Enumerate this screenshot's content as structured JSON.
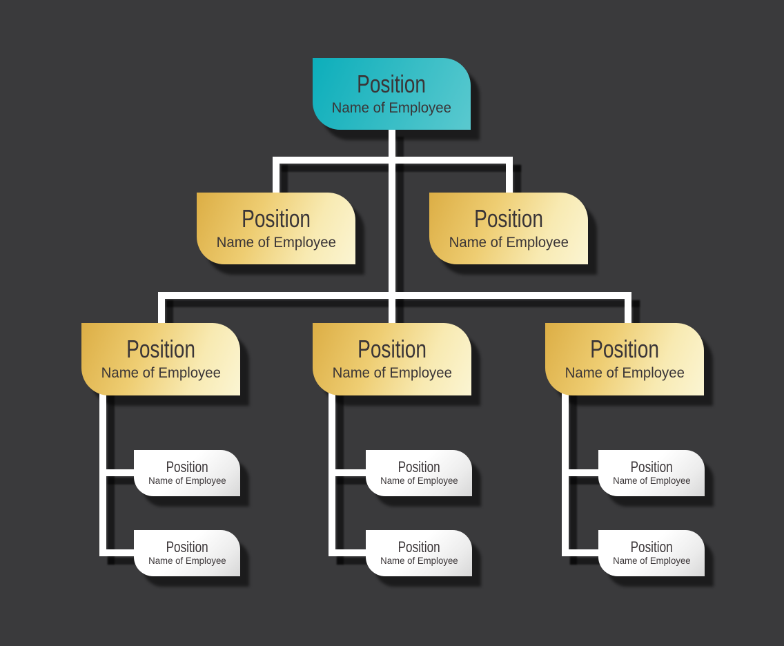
{
  "diagram": {
    "type": "org-chart",
    "levels": 4,
    "node_count": 12,
    "background_color": "#3a3a3c",
    "connector_color": "#ffffff",
    "shadow_color": "rgba(0,0,0,0.55)",
    "text_color": "#3a3537",
    "colors": {
      "root_teal_start": "#0caebb",
      "root_teal_end": "#5ac9cf",
      "manager_gold_start": "#dcae45",
      "manager_gold_end": "#fbf5d3",
      "staff_white_start": "#ffffff",
      "staff_white_end": "#d7d7d7"
    }
  },
  "nodes": [
    {
      "id": "root",
      "level": 1,
      "variant": "teal",
      "title": "Position",
      "subtitle": "Name of Employee"
    },
    {
      "id": "l2-left",
      "level": 2,
      "variant": "gold",
      "title": "Position",
      "subtitle": "Name of Employee"
    },
    {
      "id": "l2-right",
      "level": 2,
      "variant": "gold",
      "title": "Position",
      "subtitle": "Name of Employee"
    },
    {
      "id": "l3-left",
      "level": 3,
      "variant": "gold",
      "title": "Position",
      "subtitle": "Name of Employee"
    },
    {
      "id": "l3-middle",
      "level": 3,
      "variant": "gold",
      "title": "Position",
      "subtitle": "Name of Employee"
    },
    {
      "id": "l3-right",
      "level": 3,
      "variant": "gold",
      "title": "Position",
      "subtitle": "Name of Employee"
    },
    {
      "id": "l4-left-1",
      "level": 4,
      "variant": "white",
      "title": "Position",
      "subtitle": "Name of Employee"
    },
    {
      "id": "l4-left-2",
      "level": 4,
      "variant": "white",
      "title": "Position",
      "subtitle": "Name of Employee"
    },
    {
      "id": "l4-mid-1",
      "level": 4,
      "variant": "white",
      "title": "Position",
      "subtitle": "Name of Employee"
    },
    {
      "id": "l4-mid-2",
      "level": 4,
      "variant": "white",
      "title": "Position",
      "subtitle": "Name of Employee"
    },
    {
      "id": "l4-right-1",
      "level": 4,
      "variant": "white",
      "title": "Position",
      "subtitle": "Name of Employee"
    },
    {
      "id": "l4-right-2",
      "level": 4,
      "variant": "white",
      "title": "Position",
      "subtitle": "Name of Employee"
    }
  ]
}
